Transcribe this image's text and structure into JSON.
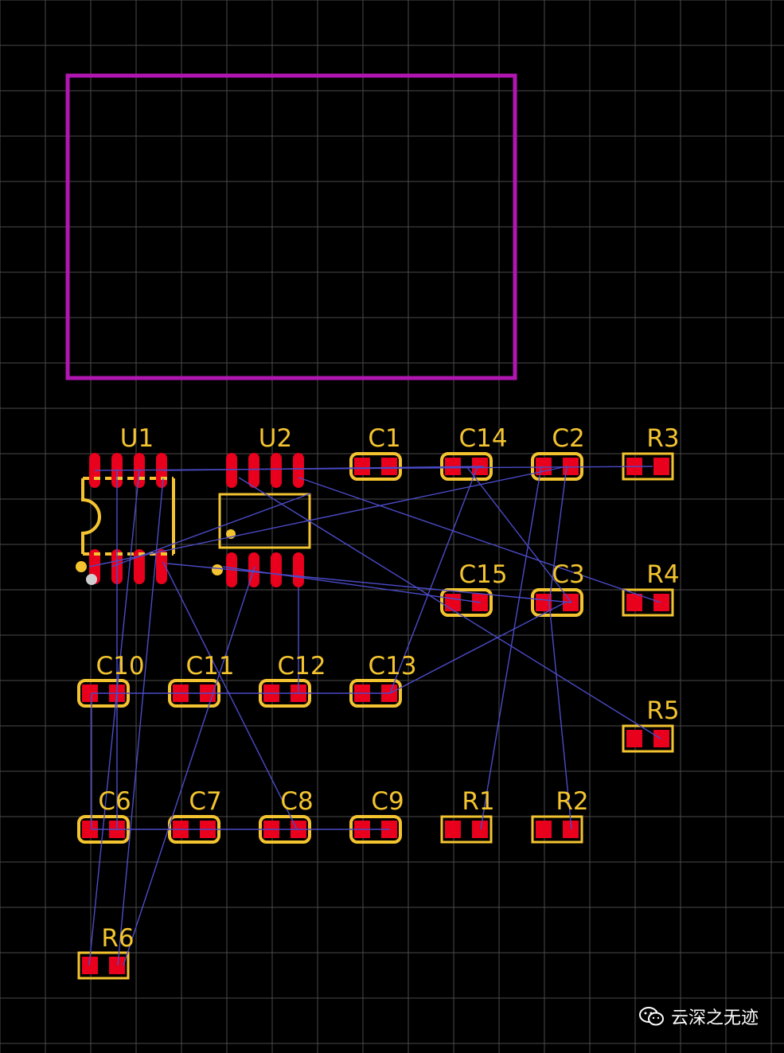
{
  "colors": {
    "background": "#000000",
    "grid": "#5a5a5a",
    "board_outline": "#B216B2",
    "silkscreen": "#F4C430",
    "pad": "#E8001C",
    "ratsnest": "#4B4BC8"
  },
  "designators": {
    "U1": "U1",
    "U2": "U2",
    "C1": "C1",
    "C14": "C14",
    "C2": "C2",
    "R3": "R3",
    "C15": "C15",
    "C3": "C3",
    "R4": "R4",
    "C10": "C10",
    "C11": "C11",
    "C12": "C12",
    "C13": "C13",
    "R5": "R5",
    "C6": "C6",
    "C7": "C7",
    "C8": "C8",
    "C9": "C9",
    "R1": "R1",
    "R2": "R2",
    "R6": "R6"
  },
  "watermark": {
    "icon": "wechat-icon",
    "text": "云深之无迹"
  }
}
